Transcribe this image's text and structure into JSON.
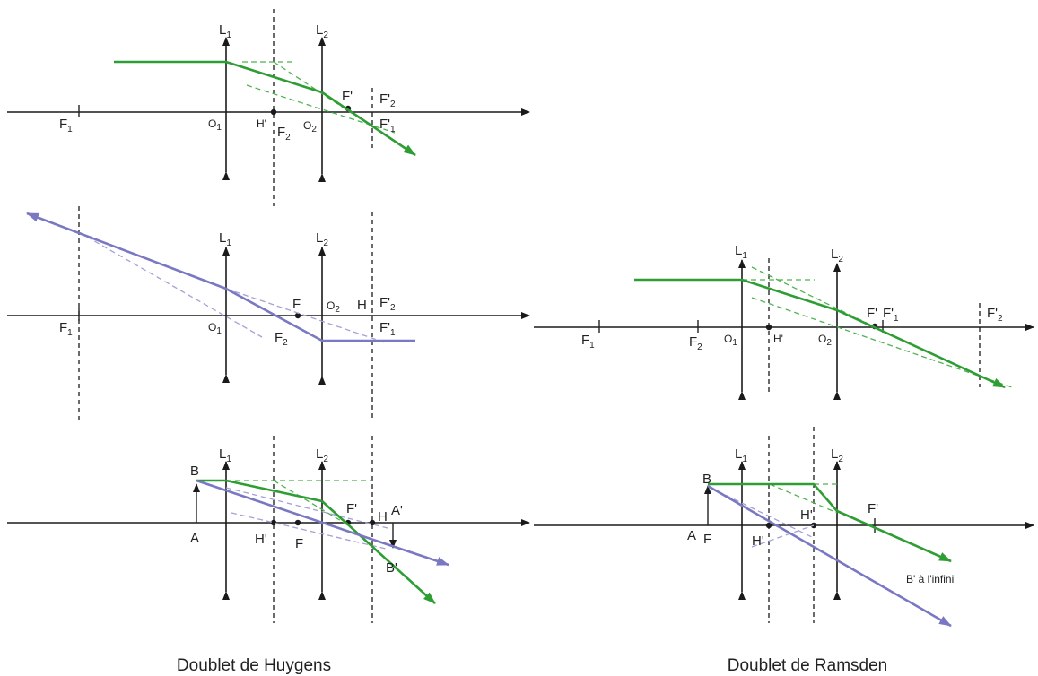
{
  "colors": {
    "green_ray": "#2e9e34",
    "green_dashed": "#4fb24f",
    "purple_ray": "#7a78c2",
    "purple_dashed": "#a3a1d6",
    "axis": "#1a1a1a"
  },
  "captions": {
    "left": "Doublet de Huygens",
    "right": "Doublet de Ramsden"
  },
  "labels": {
    "L": "L",
    "one": "1",
    "two": "2",
    "F": "F",
    "F_prime": "F'",
    "H_prime": "H'",
    "H": "H",
    "O": "O",
    "A": "A",
    "B": "B",
    "A_prime": "A'",
    "B_prime": "B'",
    "b_infinity": "B' à l'infini"
  }
}
